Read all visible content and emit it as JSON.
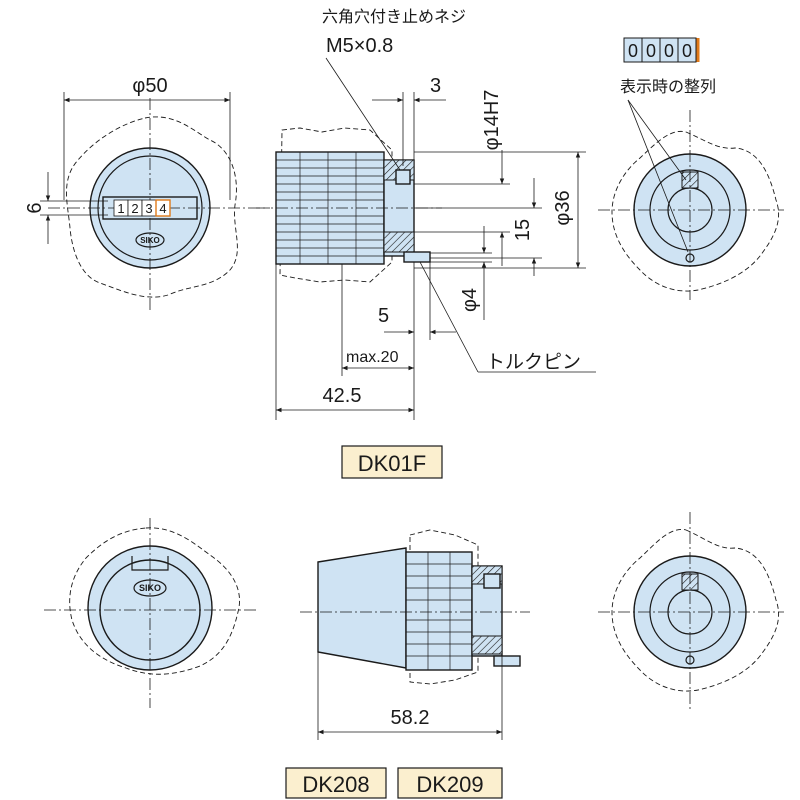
{
  "labels": {
    "phi50": "φ50",
    "dim6": "6",
    "hex_screw_name": "六角穴付き止めネジ",
    "hex_screw_size": "M5×0.8",
    "dim3": "3",
    "phi14h7": "φ14H7",
    "phi36": "φ36",
    "dim15": "15",
    "phi4": "φ4",
    "dim5": "5",
    "max20": "max.20",
    "torque_pin": "トルクピン",
    "dim42_5": "42.5",
    "dim58_2": "58.2",
    "display_alignment": "表示時の整列",
    "counter_top": [
      "1",
      "2",
      "3",
      "4"
    ],
    "counter_side": [
      "0",
      "0",
      "0",
      "0"
    ],
    "brand": "SIKO"
  },
  "models": {
    "dk01f": "DK01F",
    "dk208": "DK208",
    "dk209": "DK209"
  },
  "colors": {
    "part_fill": "#cfe3f3",
    "tag_fill": "#fbefcf",
    "digit_accent": "#e07a1a"
  }
}
